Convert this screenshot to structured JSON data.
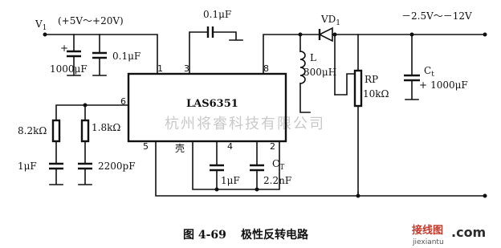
{
  "title": "LAS6351",
  "caption": {
    "figure_number": "图 4-69",
    "text": "极性反转电路"
  },
  "labels": {
    "vin": "V",
    "vin_sub": "1",
    "vin_range": "(+5V～+20V)",
    "vout_range": "－2.5V～－12V",
    "c_top": "0.1μF",
    "c_in_elec": "1000μF",
    "c_in": "0.1μF",
    "inductor": "L",
    "inductor_val": "300μH",
    "diode": "VD",
    "diode_sub": "1",
    "pot": "RP",
    "pot_val": "10kΩ",
    "cout_name": "C",
    "cout_sub": "t",
    "cout_val": "1000μF",
    "r1": "8.2kΩ",
    "r2": "1.8kΩ",
    "c1": "1μF",
    "c2": "2200pF",
    "ct_name": "C",
    "ct_sub": "T",
    "c4": "1μF",
    "ct_val": "2.2nF",
    "shell": "壳",
    "plus": "+"
  },
  "pins": {
    "p1": "1",
    "p2": "2",
    "p3": "3",
    "p4": "4",
    "p5": "5",
    "p6": "6",
    "p8": "8"
  },
  "watermark": "杭州将睿科技有限公司",
  "logo": {
    "cn": "接线图",
    "en": "jiexiantu",
    "dot": ".com"
  }
}
